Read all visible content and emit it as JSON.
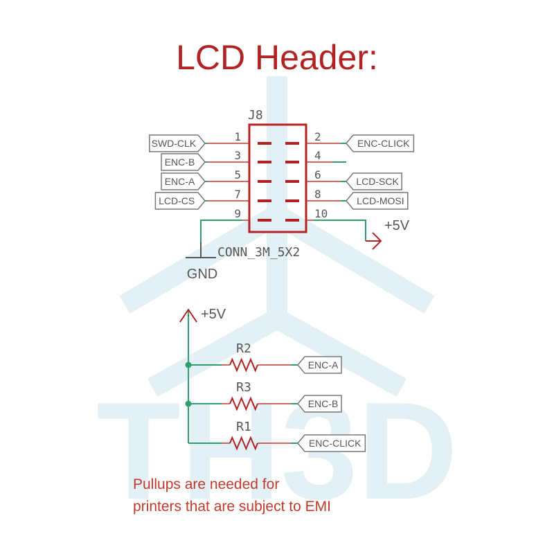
{
  "title": "LCD Header:",
  "watermark": {
    "text": "TH3D"
  },
  "connector": {
    "ref": "J8",
    "part": "CONN_3M_5X2",
    "pins_left": [
      {
        "num": "1",
        "net": "SWD-CLK"
      },
      {
        "num": "3",
        "net": "ENC-B"
      },
      {
        "num": "5",
        "net": "ENC-A"
      },
      {
        "num": "7",
        "net": "LCD-CS"
      },
      {
        "num": "9",
        "net": ""
      }
    ],
    "pins_right": [
      {
        "num": "2",
        "net": "ENC-CLICK"
      },
      {
        "num": "4",
        "net": ""
      },
      {
        "num": "6",
        "net": "LCD-SCK"
      },
      {
        "num": "8",
        "net": "LCD-MOSI"
      },
      {
        "num": "10",
        "net": ""
      }
    ]
  },
  "power": {
    "vcc_label": "+5V",
    "gnd_label": "GND"
  },
  "pullups": {
    "vcc_label": "+5V",
    "resistors": [
      {
        "ref": "R2",
        "net": "ENC-A"
      },
      {
        "ref": "R3",
        "net": "ENC-B"
      },
      {
        "ref": "R1",
        "net": "ENC-CLICK"
      }
    ]
  },
  "note": {
    "line1": "Pullups are needed for",
    "line2": "printers that are subject to EMI"
  },
  "colors": {
    "red": "#b22222",
    "wire_red": "#c0392b",
    "green": "#2e9e6e",
    "gray_text": "#555555",
    "watermark": "#e3f1f6",
    "label_border": "#777777"
  }
}
